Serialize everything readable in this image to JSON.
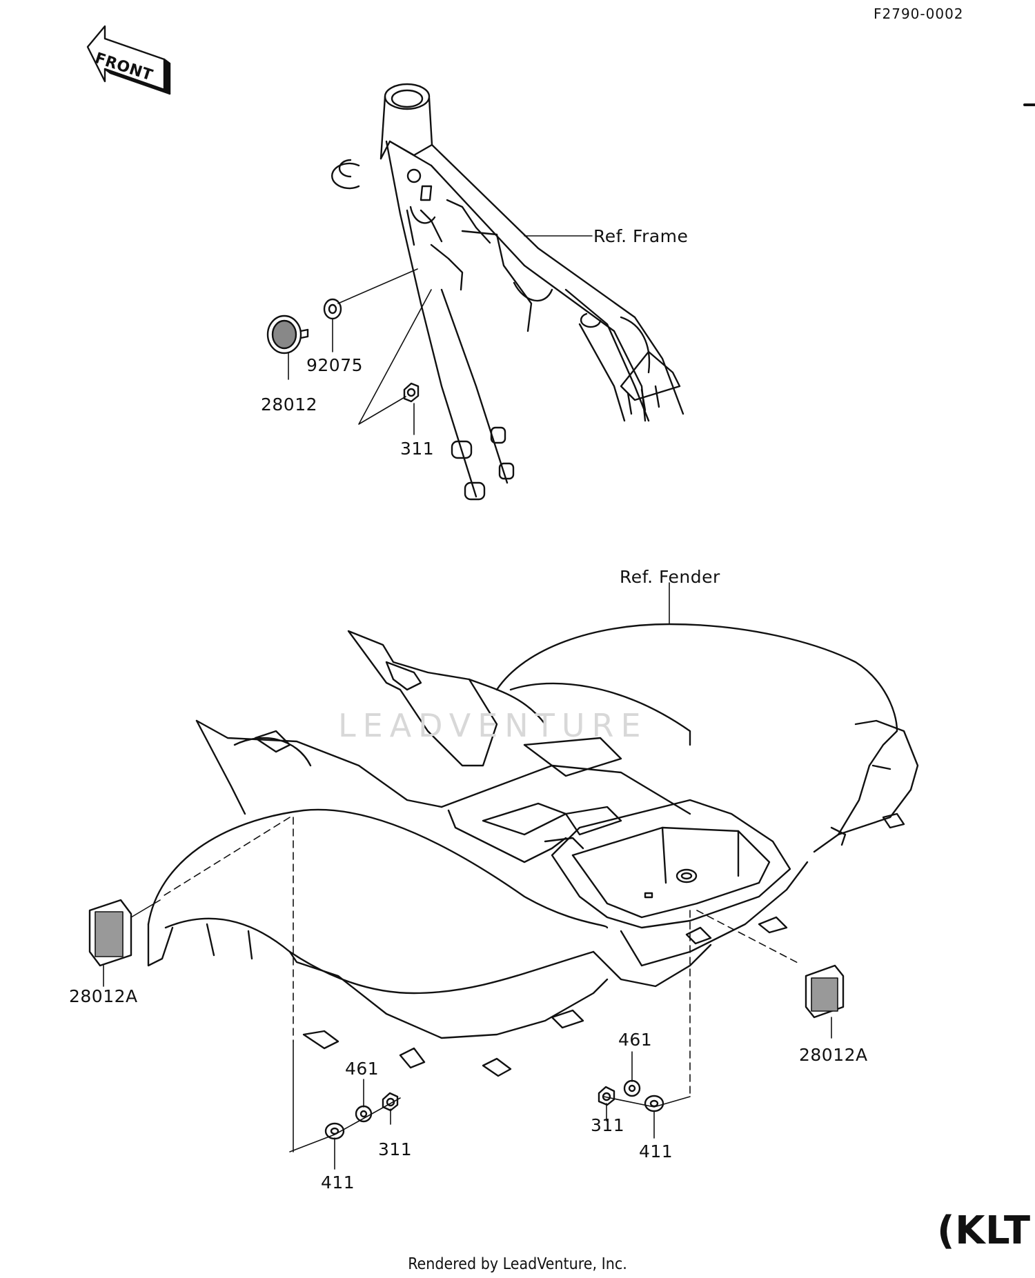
{
  "diagram": {
    "code": "F2790-0002",
    "front_label": "FRONT",
    "model_tag": "(KLT",
    "footer": "Rendered by LeadVenture, Inc.",
    "watermark": "LEADVENTURE",
    "labels": {
      "ref_frame": "Ref. Frame",
      "ref_fender": "Ref. Fender",
      "p_92075": "92075",
      "p_28012": "28012",
      "p_311_top": "311",
      "p_28012A_left": "28012A",
      "p_28012A_right": "28012A",
      "p_461_left": "461",
      "p_311_left": "311",
      "p_411_left": "411",
      "p_461_right": "461",
      "p_311_right": "311",
      "p_411_right": "411"
    }
  }
}
